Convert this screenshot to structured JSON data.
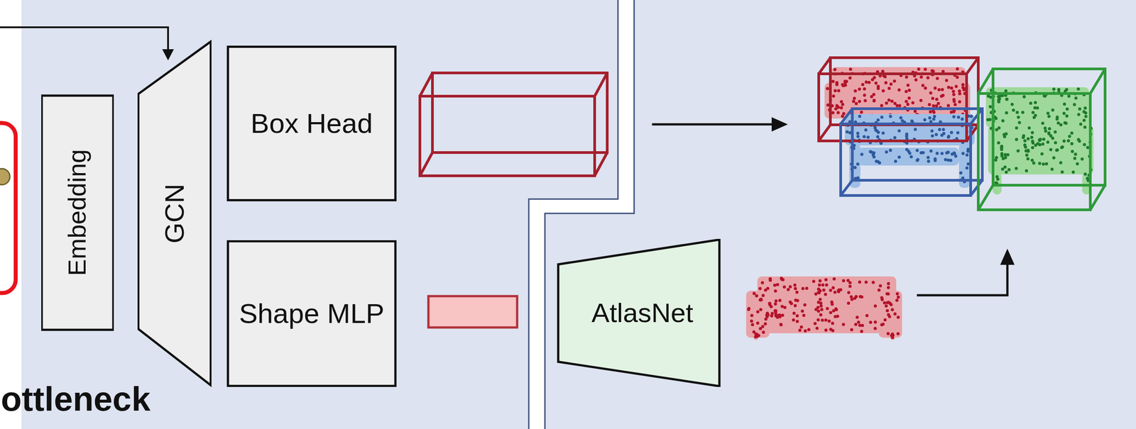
{
  "diagram": {
    "nodes": [
      {
        "text": [
          "Embedding"
        ]
      },
      {
        "text": [
          "GCN"
        ]
      },
      {
        "text": [
          "Box Head"
        ]
      },
      {
        "text": [
          "Shape MLP"
        ]
      },
      {
        "text": [
          "AtlasNet"
        ]
      }
    ],
    "labels": [
      "ottleneck"
    ]
  }
}
